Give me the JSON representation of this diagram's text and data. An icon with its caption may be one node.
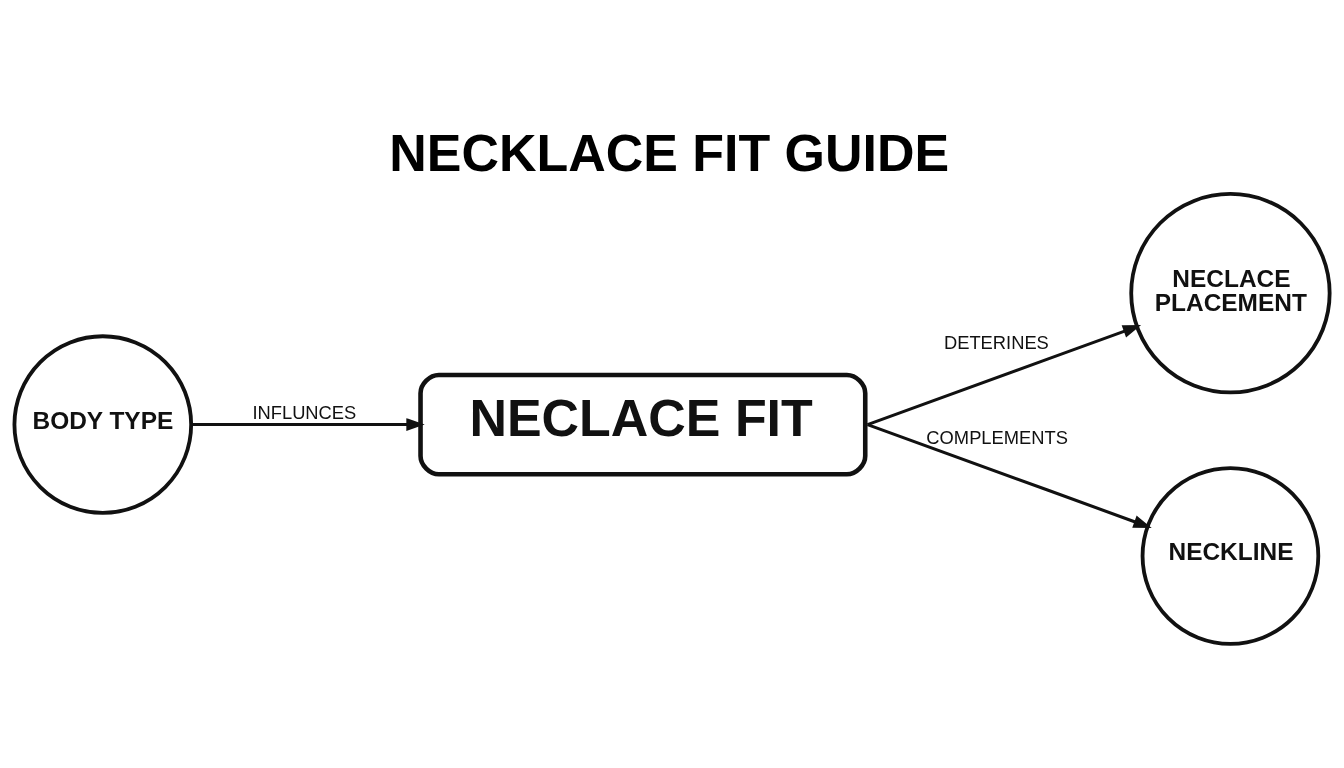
{
  "diagram": {
    "title": "NECKLACE FIT GUIDE",
    "nodes": [
      {
        "text": [
          "BODY TYPE"
        ]
      },
      {
        "text": [
          "NECLACE FIT"
        ]
      },
      {
        "text": [
          "NECLACE PLACEMENT"
        ]
      },
      {
        "text": [
          "NECKLINE"
        ]
      }
    ],
    "edges": [
      {
        "from": 0,
        "to": 1,
        "arrow": "to",
        "label": "INFLUNCES"
      },
      {
        "from": 1,
        "to": 2,
        "arrow": "to",
        "label": "DETERINES"
      },
      {
        "from": 1,
        "to": 3,
        "arrow": "to",
        "label": "COMPLEMENTS"
      }
    ]
  }
}
